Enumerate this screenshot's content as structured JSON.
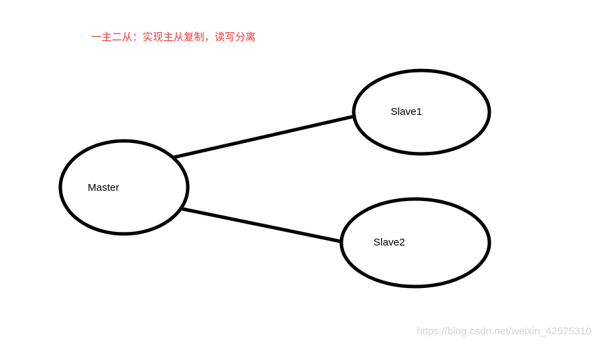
{
  "title": "一主二从：实现主从复制，读写分离",
  "nodes": {
    "master": {
      "label": "Master"
    },
    "slave1": {
      "label": "Slave1"
    },
    "slave2": {
      "label": "Slave2"
    }
  },
  "watermark": "https://blog.csdn.net/weixin_42575310",
  "colors": {
    "title": "#f0383c",
    "stroke": "#000000",
    "text": "#000000",
    "watermark": "#cfcfcf",
    "background": "#ffffff"
  }
}
